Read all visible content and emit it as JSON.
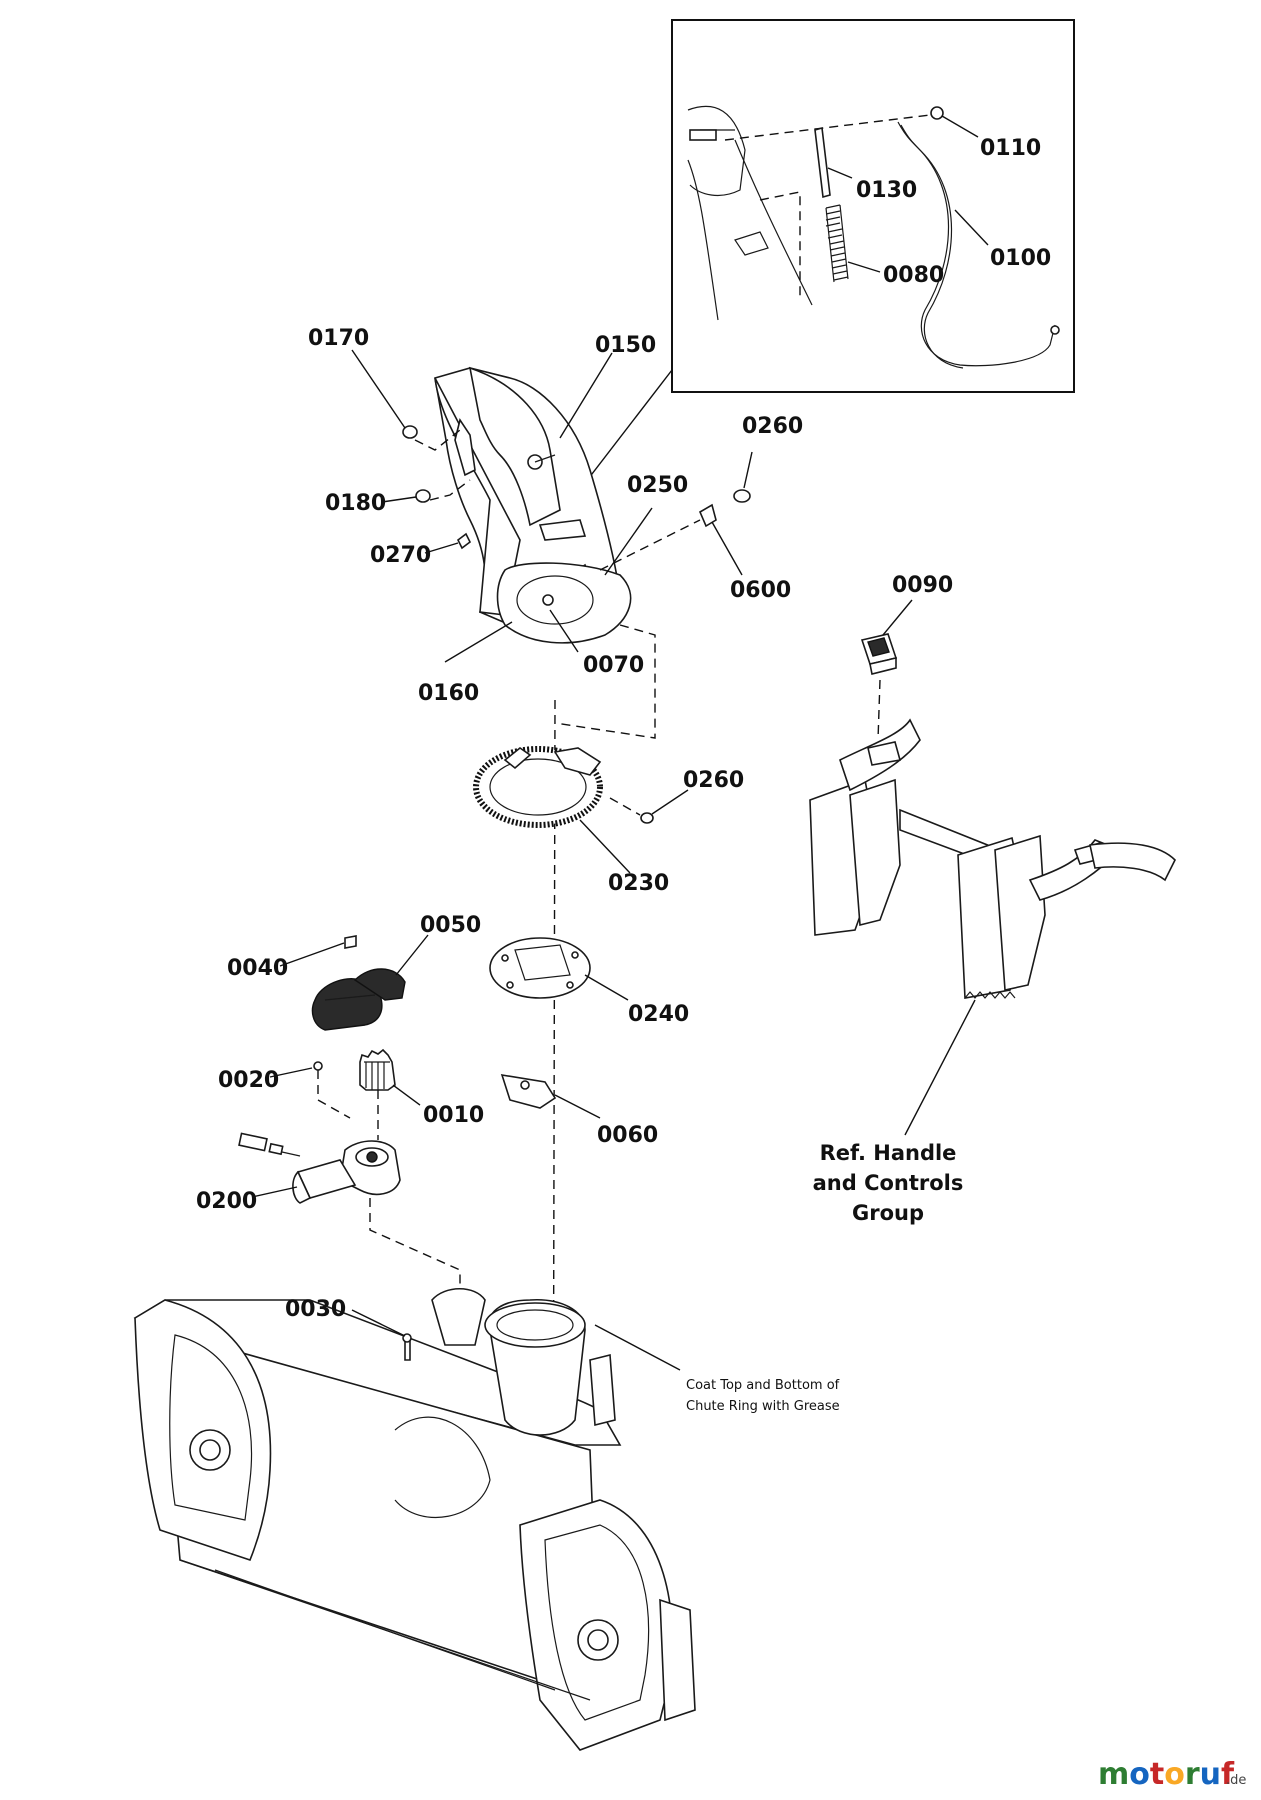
{
  "callouts": {
    "c0110": "0110",
    "c0130": "0130",
    "c0100": "0100",
    "c0080": "0080",
    "c0170": "0170",
    "c0150": "0150",
    "c0260a": "0260",
    "c0180": "0180",
    "c0250": "0250",
    "c0270": "0270",
    "c0600": "0600",
    "c0160": "0160",
    "c0070": "0070",
    "c0090": "0090",
    "c0260b": "0260",
    "c0230": "0230",
    "c0050": "0050",
    "c0040": "0040",
    "c0240": "0240",
    "c0020": "0020",
    "c0010": "0010",
    "c0060": "0060",
    "c0200": "0200",
    "c0030": "0030"
  },
  "reference": {
    "line1": "Ref. Handle",
    "line2": "and Controls",
    "line3": "Group"
  },
  "note": {
    "line1": "Coat Top and Bottom of",
    "line2": "Chute Ring with Grease"
  },
  "watermark": {
    "brand": "motoruf",
    "suffix": ".de",
    "colors": {
      "m": "#2e7d32",
      "o1": "#1565c0",
      "t": "#c62828",
      "o2": "#f9a825",
      "r": "#2e7d32",
      "u": "#1565c0",
      "f": "#c62828"
    }
  }
}
